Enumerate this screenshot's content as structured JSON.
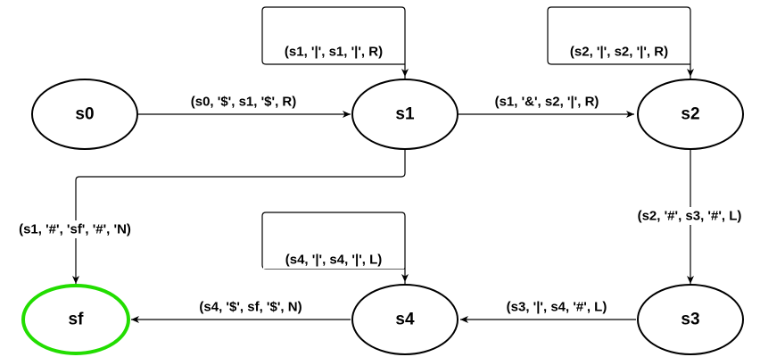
{
  "states": {
    "s0": "s0",
    "s1": "s1",
    "s2": "s2",
    "s3": "s3",
    "s4": "s4",
    "sf": "sf"
  },
  "transitions": {
    "s0_s1": "(s0, '$', s1, '$', R)",
    "s1_loop": "(s1, '|', s1, '|', R)",
    "s1_s2": "(s1, '&', s2, '|', R)",
    "s2_loop": "(s2, '|', s2, '|', R)",
    "s1_sf": "(s1, '#', 'sf', '#', 'N)",
    "s2_s3": "(s2, '#', s3, '#', L)",
    "s4_loop": "(s4, '|', s4, '|', L)",
    "s3_s4": "(s3, '|', s4, '#', L)",
    "s4_sf": "(s4, '$', sf, '$', N)"
  },
  "colors": {
    "final_state_border": "#22dd00",
    "stroke": "#000000"
  }
}
